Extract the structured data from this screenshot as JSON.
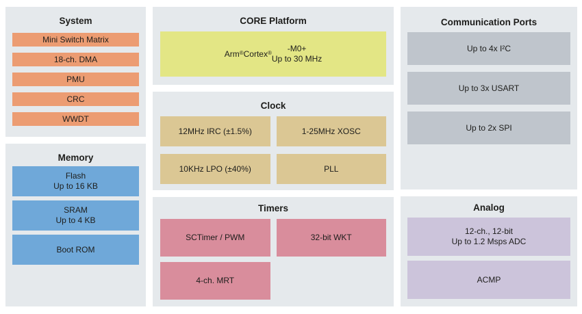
{
  "panels": {
    "system": {
      "title": "System",
      "blocks": [
        "Mini Switch Matrix",
        "18-ch. DMA",
        "PMU",
        "CRC",
        "WWDT"
      ]
    },
    "memory": {
      "title": "Memory",
      "blocks": [
        "Flash\nUp to 16 KB",
        "SRAM\nUp to 4 KB",
        "Boot ROM"
      ]
    },
    "core": {
      "title": "CORE Platform",
      "blocks": [
        "Arm® Cortex®-M0+\nUp to 30 MHz"
      ]
    },
    "clock": {
      "title": "Clock",
      "blocks": [
        "12MHz IRC (±1.5%)",
        "1-25MHz XOSC",
        "10KHz LPO (±40%)",
        "PLL"
      ]
    },
    "timers": {
      "title": "Timers",
      "blocks": [
        "SCTimer / PWM",
        "32-bit WKT",
        "4-ch. MRT"
      ]
    },
    "comm": {
      "title": "Communication Ports",
      "blocks": [
        "Up to 4x I²C",
        "Up to 3x USART",
        "Up to 2x SPI"
      ]
    },
    "analog": {
      "title": "Analog",
      "blocks": [
        "12-ch., 12-bit\nUp to 1.2 Msps ADC",
        "ACMP"
      ]
    }
  },
  "colors": {
    "panel_background": "#E5E9EC",
    "system_blocks": "#EC9C72",
    "memory_blocks": "#6FA8D9",
    "core_block": "#E3E685",
    "clock_blocks": "#DBC794",
    "timer_blocks": "#D98D9C",
    "comm_blocks": "#BFC5CC",
    "analog_blocks": "#CCC4DB",
    "text": "#1d1d1b"
  }
}
